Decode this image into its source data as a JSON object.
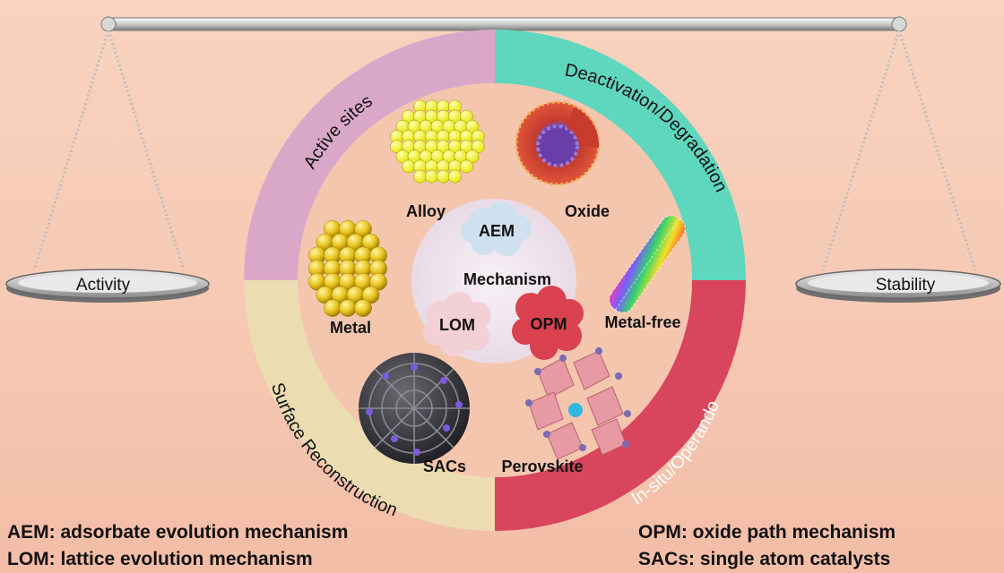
{
  "balance": {
    "left_pan_label": "Activity",
    "right_pan_label": "Stability"
  },
  "ring": {
    "segments": [
      {
        "label": "Active sites",
        "color": "#d9a8c8"
      },
      {
        "label": "Deactivation/Degradation",
        "color": "#5fd6be"
      },
      {
        "label": "In-situ/Operando",
        "color": "#d8455c"
      },
      {
        "label": "Surface Reconstruction",
        "color": "#ecdcb2"
      }
    ]
  },
  "catalysts": [
    {
      "label": "Alloy"
    },
    {
      "label": "Oxide"
    },
    {
      "label": "Metal"
    },
    {
      "label": "Metal-free"
    },
    {
      "label": "SACs"
    },
    {
      "label": "Perovskite"
    }
  ],
  "mechanism": {
    "title": "Mechanism",
    "clouds": [
      {
        "label": "AEM",
        "color": "#cfe0ee"
      },
      {
        "label": "LOM",
        "color": "#f3cfd6"
      },
      {
        "label": "OPM",
        "color": "#d9424e"
      }
    ]
  },
  "legend": {
    "aem": "AEM: adsorbate evolution mechanism",
    "lom": "LOM: lattice evolution mechanism",
    "opm": "OPM: oxide path mechanism",
    "sacs": "SACs: single atom catalysts"
  }
}
